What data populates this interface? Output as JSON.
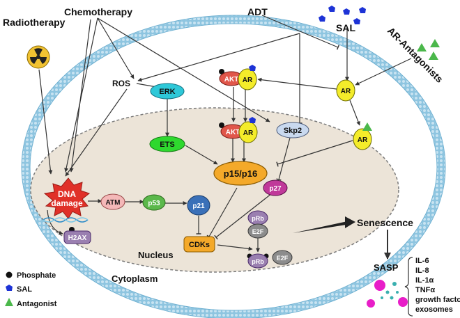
{
  "drivers": {
    "radiotherapy": "Radiotherapy",
    "chemotherapy": "Chemotherapy",
    "adt": "ADT",
    "sal": "SAL",
    "ar_antagonists": "AR-Antagonists"
  },
  "nodes": {
    "ros": "ROS",
    "erk": "ERK",
    "ets": "ETS",
    "akt": "AKT",
    "ar": "AR",
    "skp2": "Skp2",
    "p15_p16": "p15/p16",
    "p27": "p27",
    "dna_damage_1": "DNA",
    "dna_damage_2": "damage",
    "atm": "ATM",
    "p53": "p53",
    "p21": "p21",
    "prb": "pRb",
    "e2f": "E2F",
    "cdks": "CDKs",
    "h2ax": "H2AX"
  },
  "regions": {
    "nucleus": "Nucleus",
    "cytoplasm": "Cytoplasm"
  },
  "outcomes": {
    "senescence": "Senescence",
    "sasp": "SASP",
    "sasp_factors": [
      "IL-6",
      "IL-8",
      "IL-1α",
      "TNFα",
      "growth factors",
      "exosomes"
    ]
  },
  "legend": {
    "phosphate": "Phosphate",
    "sal": "SAL",
    "antagonist": "Antagonist"
  },
  "colors": {
    "membrane": "#8ec5e0",
    "nucleus_fill": "#ece4d8",
    "akt_fill": "#e0564a",
    "ar_fill": "#f4ec2a",
    "erk_fill": "#2ec8d8",
    "ets_fill": "#2ed82e",
    "skp2_fill": "#c9d9ef",
    "p15_fill": "#f4a92a",
    "p27_fill": "#c0399a",
    "atm_fill": "#f4b8b8",
    "p53_fill": "#5bb84b",
    "p21_fill": "#3a70b8",
    "prb_fill": "#9a7fb0",
    "e2f_fill": "#8c8c8c",
    "cdks_fill": "#f4a92a",
    "h2ax_fill": "#9a7fb0",
    "dna_fill": "#e03028",
    "sal_blue": "#1d33d6",
    "antagonist_green": "#4bb84b"
  },
  "icons": [
    "radiation-icon",
    "sal-molecule-icon",
    "antagonist-triangle-icon",
    "phosphate-dot-icon",
    "dna-helix-icon",
    "sasp-vesicle-icon"
  ]
}
